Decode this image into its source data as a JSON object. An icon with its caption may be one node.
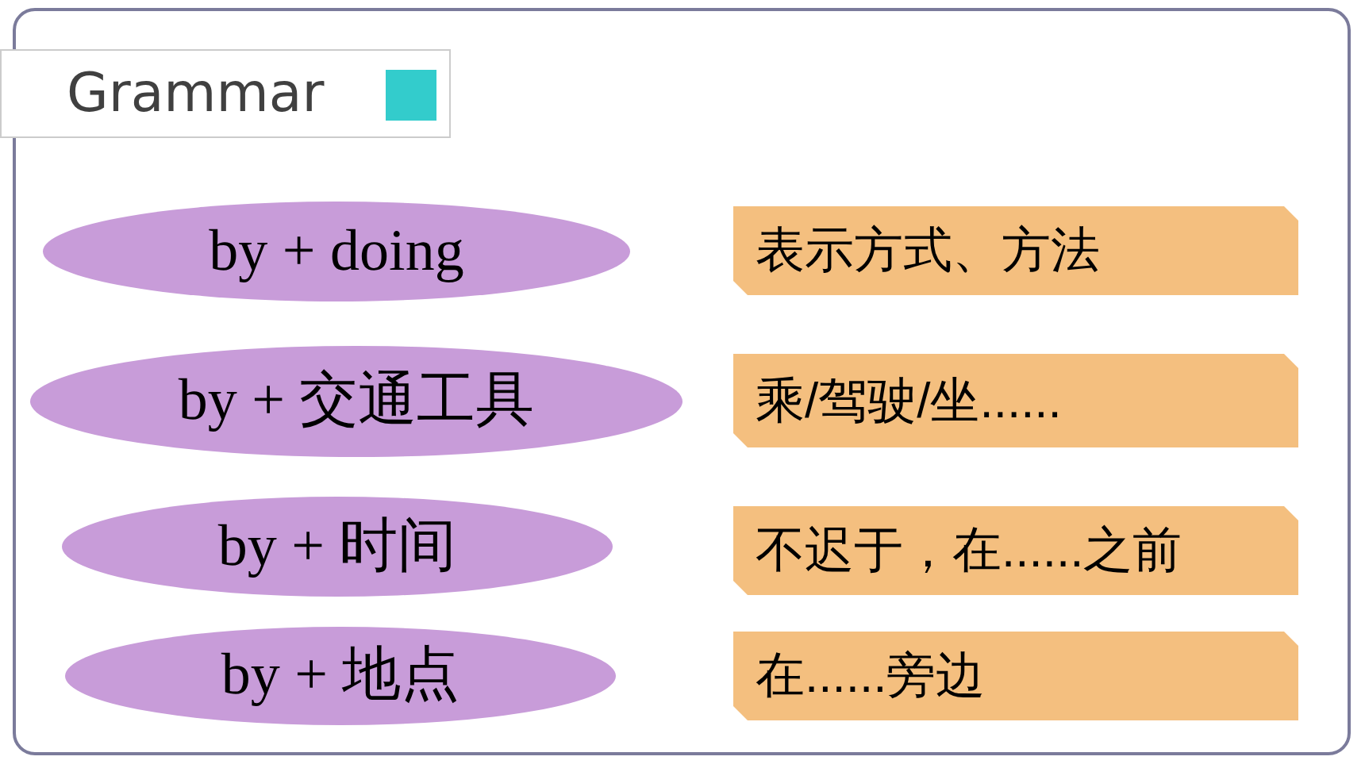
{
  "diagram": {
    "title": "Grammar",
    "nodes": [
      {
        "text": [
          "by + doing"
        ]
      },
      {
        "text": [
          "表示方式、方法"
        ]
      },
      {
        "text": [
          "by + 交通工具"
        ]
      },
      {
        "text": [
          "乘/驾驶/坐......"
        ]
      },
      {
        "text": [
          "by + 时间"
        ]
      },
      {
        "text": [
          "不迟于，在......之前"
        ]
      },
      {
        "text": [
          "by + 地点"
        ]
      },
      {
        "text": [
          "在......旁边"
        ]
      }
    ]
  }
}
